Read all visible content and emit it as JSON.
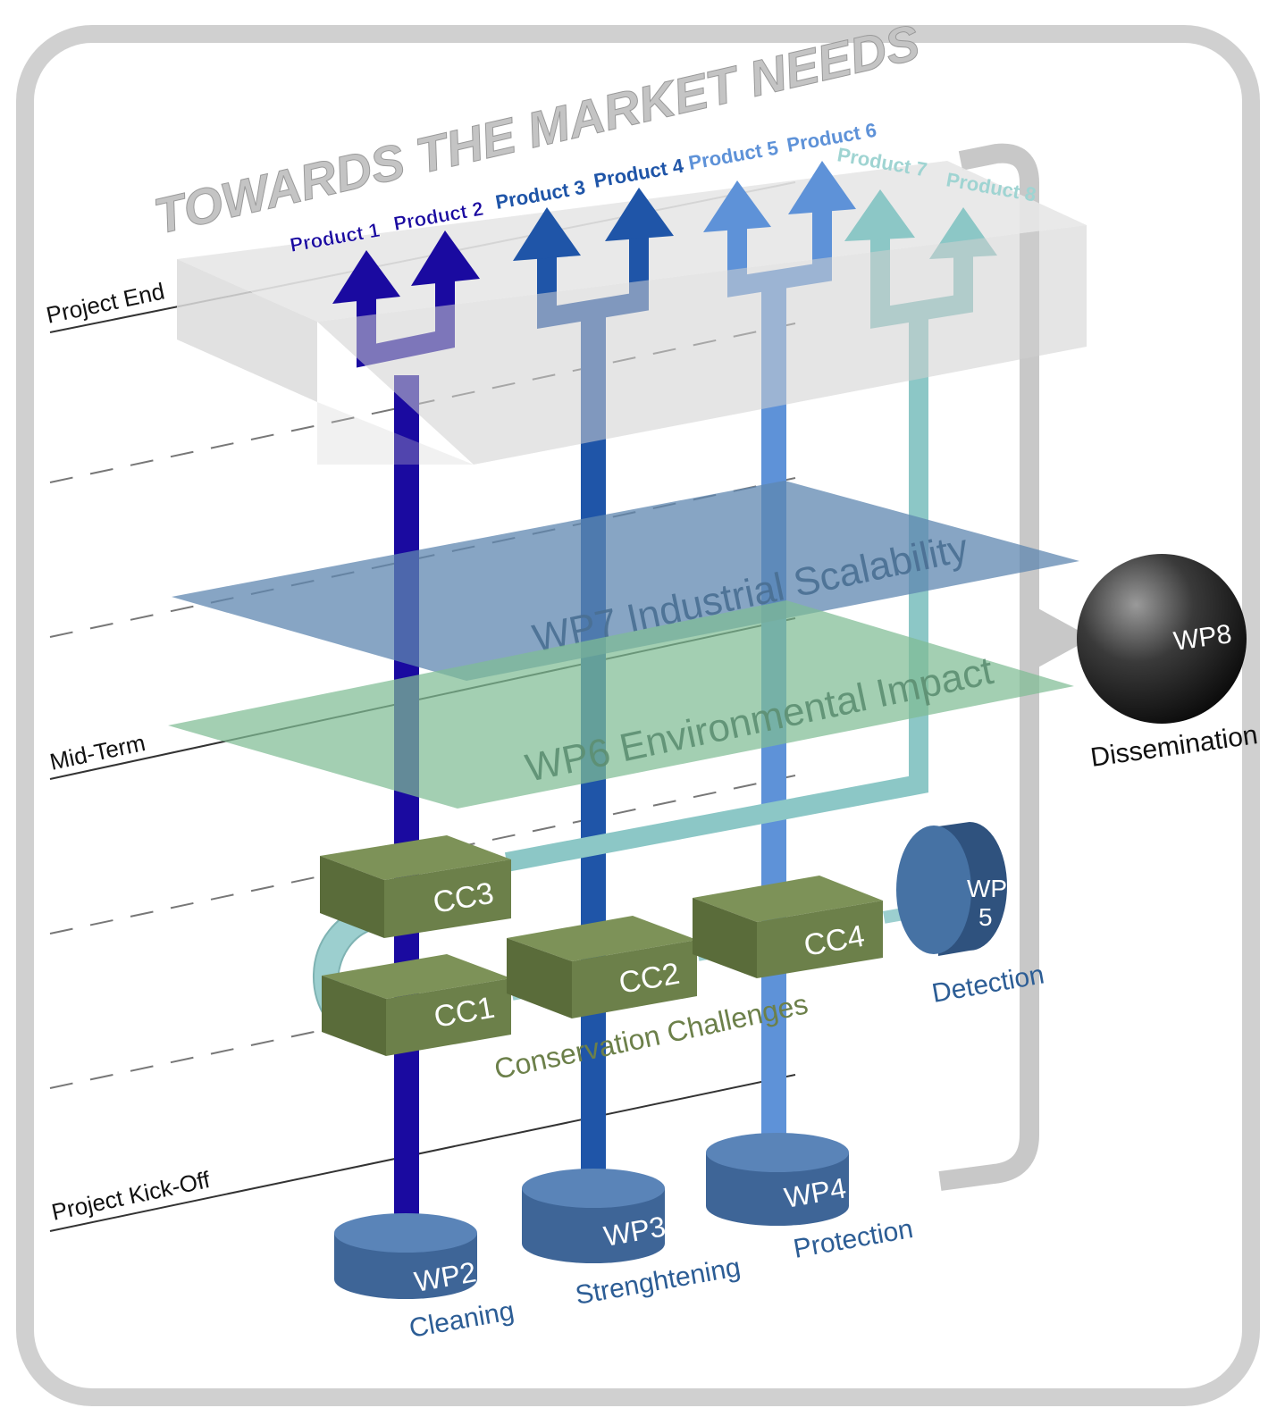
{
  "title": "TOWARDS THE MARKET NEEDS",
  "timeline": {
    "end": "Project End",
    "mid": "Mid-Term",
    "kickoff": "Project Kick-Off"
  },
  "products": [
    "Product 1",
    "Product 2",
    "Product 3",
    "Product 4",
    "Product 5",
    "Product 6",
    "Product 7",
    "Product 8"
  ],
  "planes": {
    "wp7": "WP7 Industrial Scalability",
    "wp6": "WP6 Environmental Impact"
  },
  "challenges": {
    "cc1": "CC1",
    "cc2": "CC2",
    "cc3": "CC3",
    "cc4": "CC4",
    "group_label": "Conservation Challenges"
  },
  "work_packages": {
    "wp2": {
      "code": "WP2",
      "name": "Cleaning"
    },
    "wp3": {
      "code": "WP3",
      "name": "Strenghtening"
    },
    "wp4": {
      "code": "WP4",
      "name": "Protection"
    },
    "wp5": {
      "code_line1": "WP",
      "code_line2": "5",
      "name": "Detection"
    },
    "wp8": {
      "code": "WP8",
      "name": "Dissemination"
    }
  },
  "colors": {
    "stream1": "#1a0aa0",
    "stream2": "#1f55a8",
    "stream3": "#5e92d8",
    "stream4": "#8cc7c6",
    "cylinder": "#3e6597",
    "cc_box": "#6c804a",
    "plane_wp7": "#5f87b0",
    "plane_wp6": "#7fbc94",
    "frame": "#d0d0d0"
  }
}
